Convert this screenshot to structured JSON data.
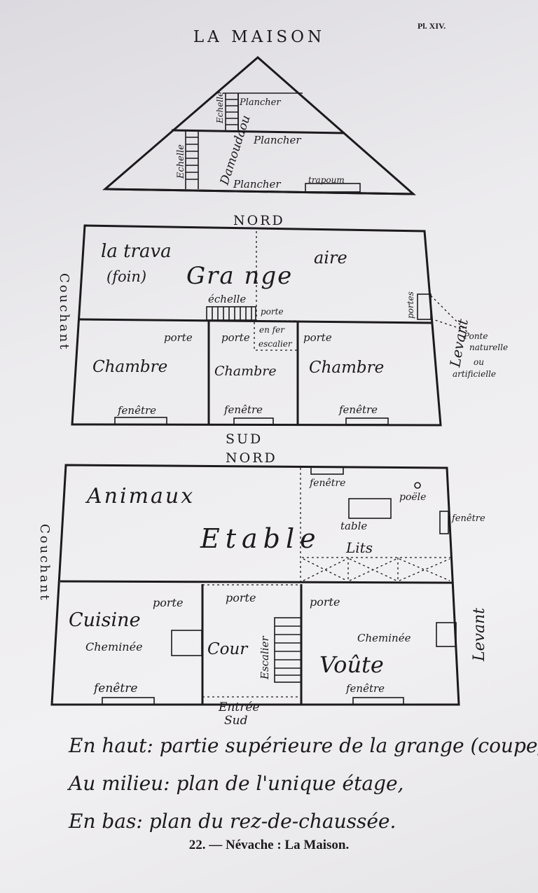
{
  "plate_number": "Pl. XIV.",
  "title": "LA MAISON",
  "roof_section": {
    "labels": {
      "echelle_top": "Echelle",
      "plancher_top": "Plancher",
      "damoudaou": "Damoudaou",
      "plancher_mid": "Plancher",
      "echelle_bottom": "Echelle",
      "plancher_bottom": "Plancher",
      "trapoum": "trapoum"
    }
  },
  "upper_floor": {
    "north": "NORD",
    "south": "SUD",
    "west": "Couchant",
    "east": "Levant",
    "labels": {
      "la_trava": "la trava",
      "foin": "(foin)",
      "grange": "Gra nge",
      "aire": "aire",
      "echelle": "échelle",
      "porte_en_fer": "porte\nen fer",
      "escalier": "escalier",
      "portes": "portes",
      "porte_left": "porte",
      "porte_middle": "porte",
      "porte_right": "porte",
      "chambre_left": "Chambre",
      "chambre_middle": "Chambre",
      "chambre_right": "Chambre",
      "fenetre_left": "fenêtre",
      "fenetre_middle": "fenêtre",
      "fenetre_right": "fenêtre",
      "ponte_1": "Ponte",
      "ponte_2": "naturelle",
      "ponte_3": "ou",
      "ponte_4": "artificielle"
    }
  },
  "ground_floor": {
    "north": "NORD",
    "west": "Couchant",
    "east": "Levant",
    "labels": {
      "animaux": "Animaux",
      "etable": "Etable",
      "fenetre_top": "fenêtre",
      "poele": "poële",
      "table": "table",
      "lits": "Lits",
      "fenetre_east": "fenêtre",
      "porte_left": "porte",
      "porte_middle": "porte",
      "porte_right": "porte",
      "cuisine": "Cuisine",
      "cheminee_left": "Cheminée",
      "cour": "Cour",
      "escalier": "Escalier",
      "cheminee_right": "Cheminée",
      "voute": "Voûte",
      "fenetre_left": "fenêtre",
      "fenetre_right": "fenêtre",
      "entree": "Entrée",
      "sud": "Sud"
    }
  },
  "caption": {
    "line1": "En haut: partie supérieure de la grange (coupe),",
    "line2": "Au milieu: plan de l'unique étage,",
    "line3": "En bas: plan du rez-de-chaussée."
  },
  "footer": "22. — Névache : La Maison."
}
